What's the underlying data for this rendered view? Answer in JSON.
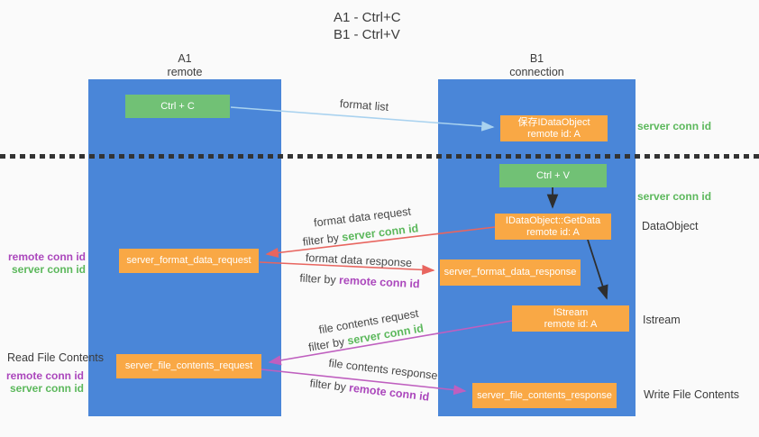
{
  "title": {
    "line1": "A1 - Ctrl+C",
    "line2": "B1 - Ctrl+V"
  },
  "lifelines": {
    "a1": {
      "header_line1": "A1",
      "header_line2": "remote"
    },
    "b1": {
      "header_line1": "B1",
      "header_line2": "connection"
    }
  },
  "nodes": {
    "ctrl_c": {
      "label": "Ctrl + C"
    },
    "save_dataobject": {
      "line1": "保存IDataObject",
      "line2": "remote id: A"
    },
    "ctrl_v": {
      "label": "Ctrl + V"
    },
    "getdata": {
      "line1": "IDataObject::GetData",
      "line2": "remote id: A"
    },
    "format_request": {
      "label": "server_format_data_request"
    },
    "format_response": {
      "label": "server_format_data_response"
    },
    "istream": {
      "line1": "IStream",
      "line2": "remote id: A"
    },
    "file_request": {
      "label": "server_file_contents_request"
    },
    "file_response": {
      "label": "server_file_contents_response"
    }
  },
  "flow_labels": {
    "format_list": "format list",
    "format_data_request": "format data request",
    "format_data_response": "format data response",
    "file_contents_request": "file contents request",
    "file_contents_response": "file contents response",
    "filter_prefix": "filter by ",
    "server_conn_id": "server conn id",
    "remote_conn_id": "remote conn id"
  },
  "annotations": {
    "right_server_conn_id_1": "server conn id",
    "right_server_conn_id_2": "server conn id",
    "dataobject": "DataObject",
    "istream": "Istream",
    "write_file_contents": "Write File Contents",
    "read_file_contents": "Read File Contents",
    "left_remote_conn_id_1": "remote conn id",
    "left_server_conn_id_1": "server conn id",
    "left_remote_conn_id_2": "remote conn id",
    "left_server_conn_id_2": "server conn id"
  },
  "colors": {
    "background": "#fafafa",
    "lifeline_blue": "#4a86d8",
    "node_green": "#71c175",
    "node_orange": "#f9a845",
    "keyword_green": "#5cb85c",
    "keyword_purple": "#ab47bc",
    "arrow_lightblue": "#a9d2ef",
    "arrow_red": "#e8655f",
    "arrow_magenta": "#bf5fbf",
    "arrow_black": "#2e2e2e",
    "text_dark": "#3d3d3d"
  }
}
